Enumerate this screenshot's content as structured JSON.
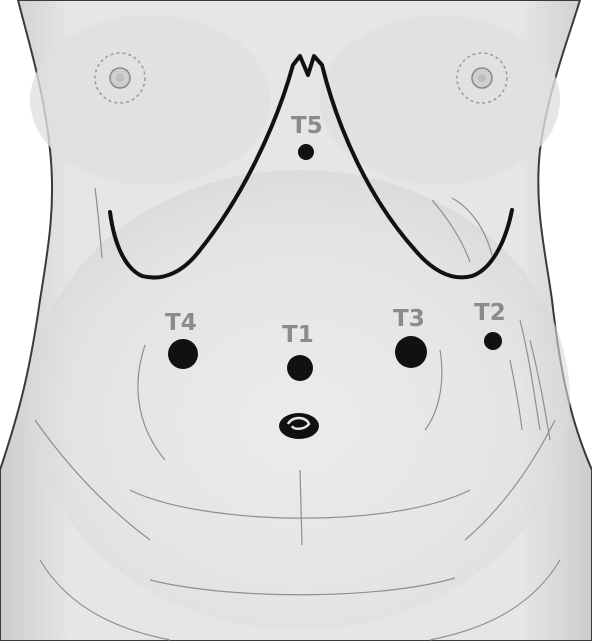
{
  "colors": {
    "skin": "#e7e7e7",
    "skin_shadow": "#d3d3d3",
    "outline": "#222222",
    "fold_lines": "#8f8f8f",
    "port_marker": "#111111",
    "label": "#8b8b8b",
    "background": "#ffffff"
  },
  "ports": [
    {
      "id": "t5",
      "label": "T5"
    },
    {
      "id": "t4",
      "label": "T4"
    },
    {
      "id": "t1",
      "label": "T1"
    },
    {
      "id": "t3",
      "label": "T3"
    },
    {
      "id": "t2",
      "label": "T2"
    }
  ]
}
